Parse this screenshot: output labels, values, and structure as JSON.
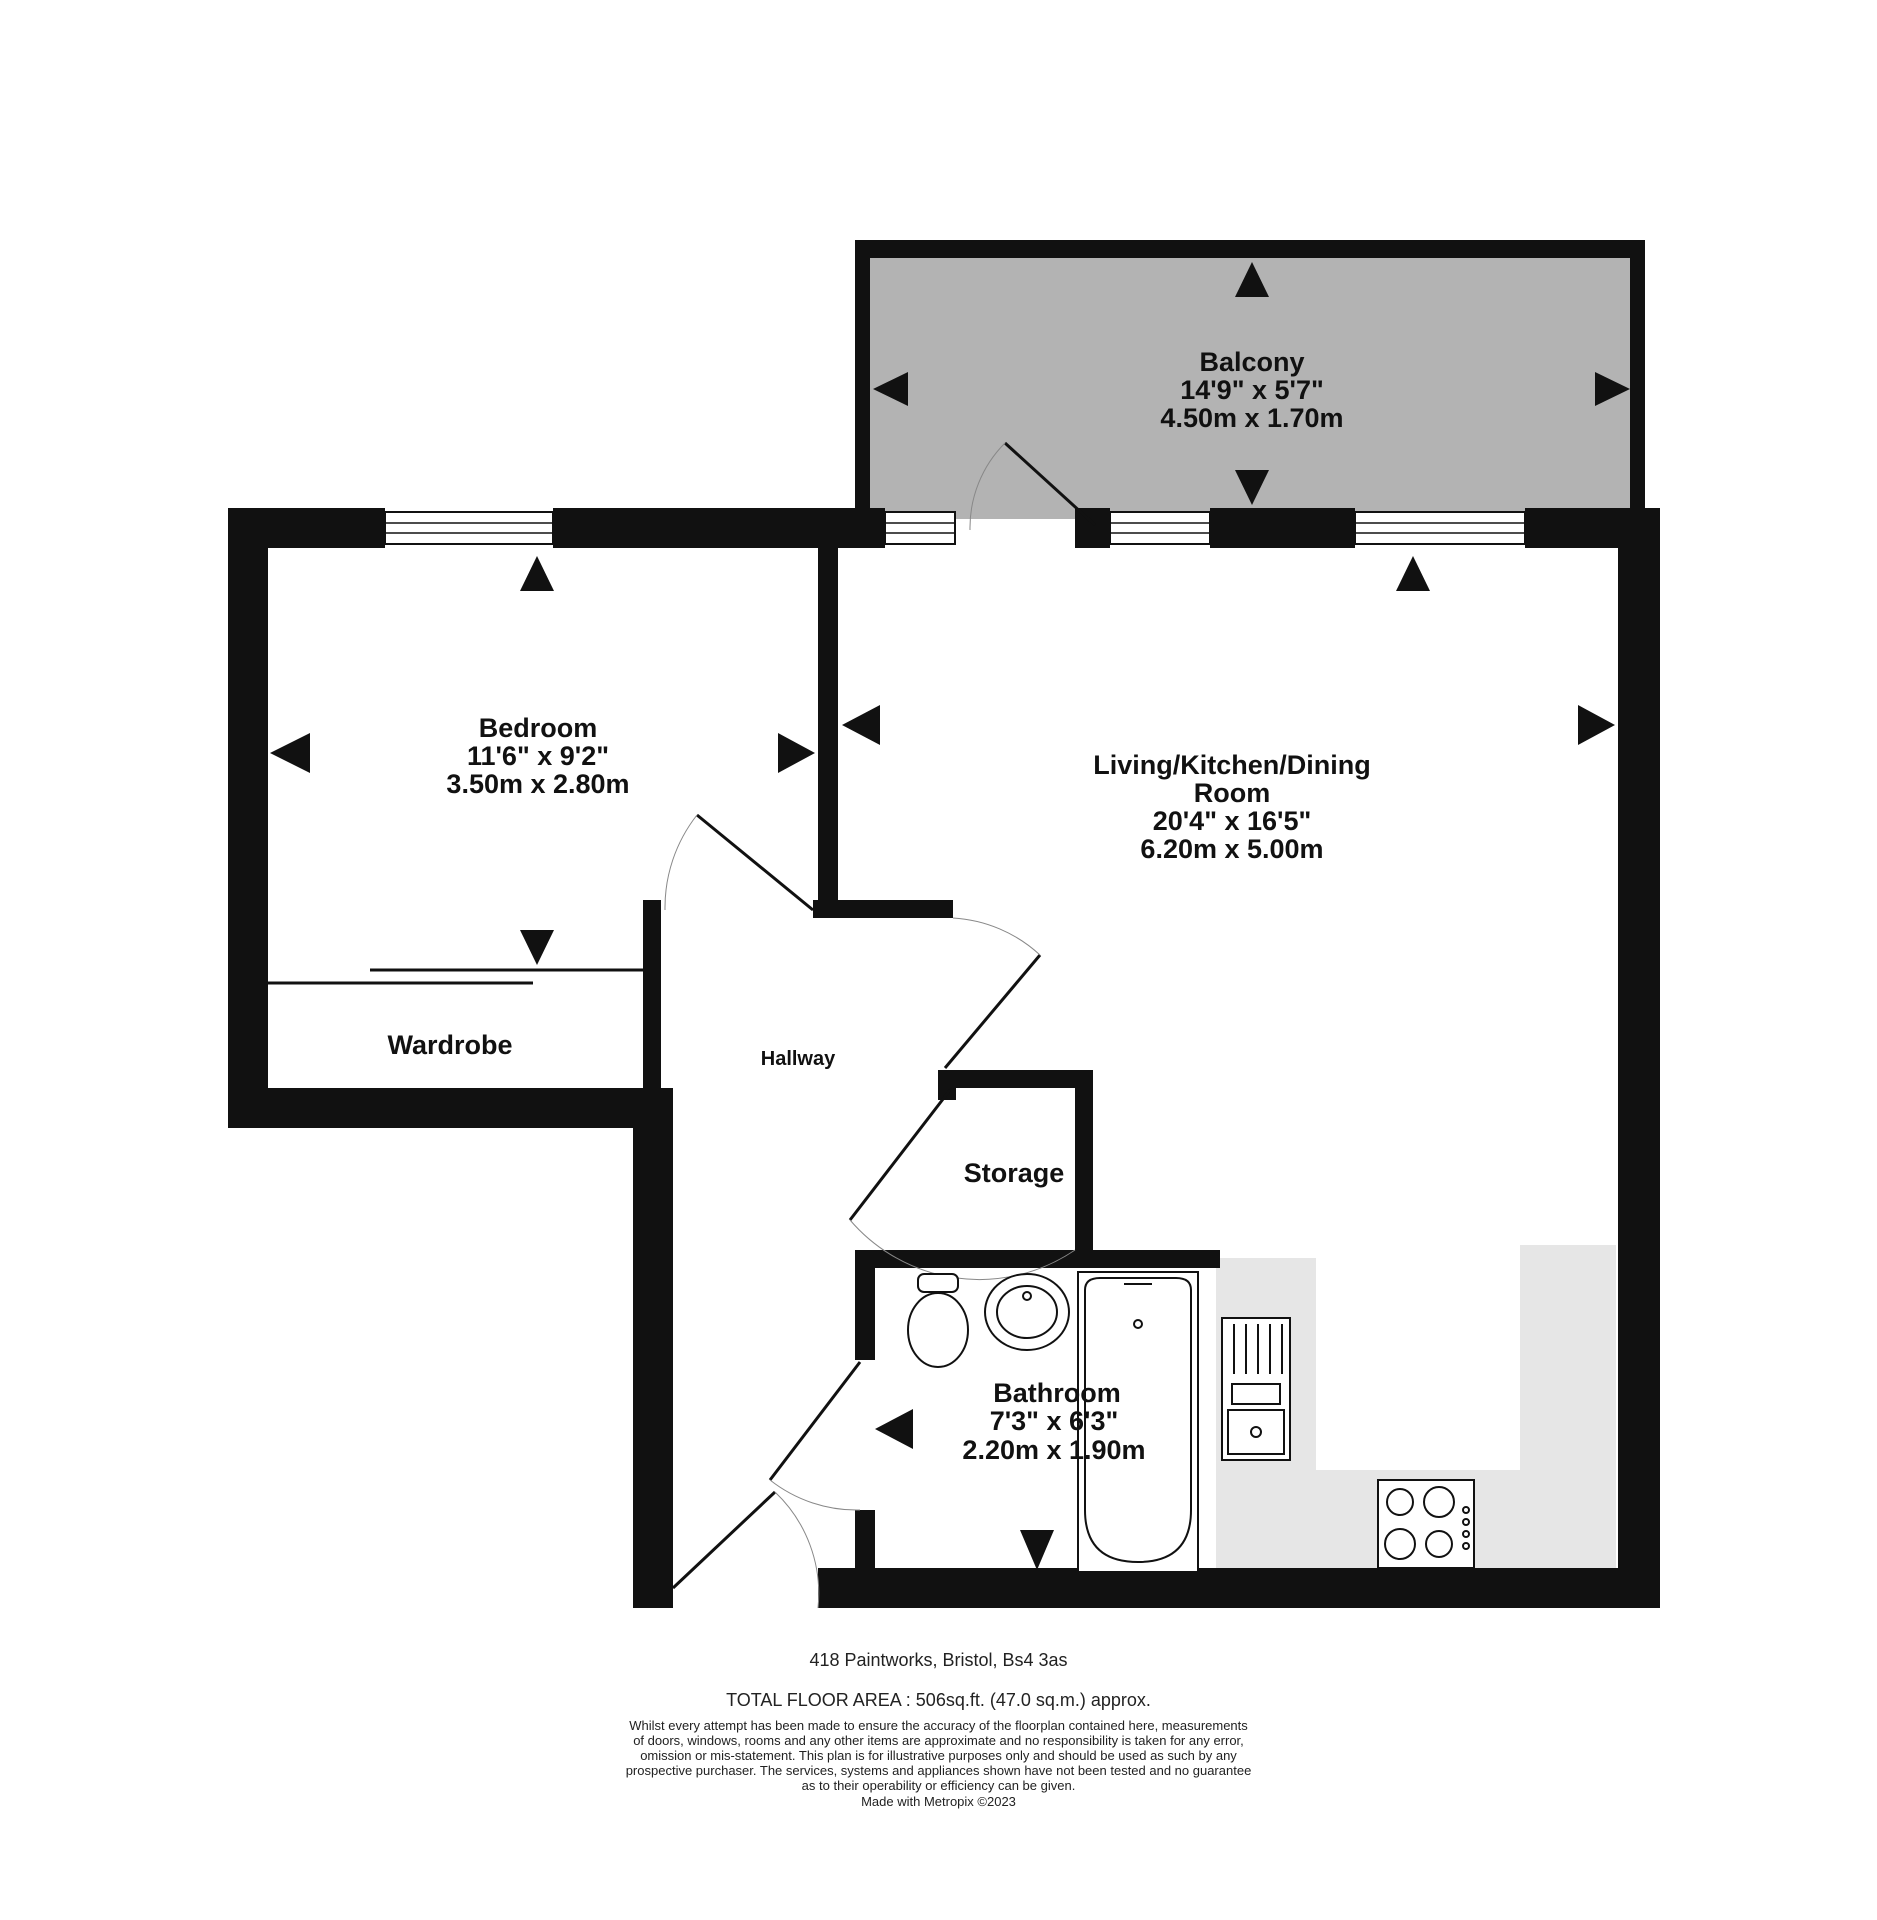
{
  "rooms": {
    "balcony": {
      "name": "Balcony",
      "imperial": "14'9\"  x 5'7\"",
      "metric": "4.50m  x 1.70m"
    },
    "bedroom": {
      "name": "Bedroom",
      "imperial": "11'6\"  x 9'2\"",
      "metric": "3.50m  x 2.80m"
    },
    "living": {
      "name_line1": "Living/Kitchen/Dining",
      "name_line2": "Room",
      "imperial": "20'4\"  x 16'5\"",
      "metric": "6.20m  x 5.00m"
    },
    "wardrobe": {
      "name": "Wardrobe"
    },
    "hallway": {
      "name": "Hallway"
    },
    "storage": {
      "name": "Storage"
    },
    "bathroom": {
      "name": "Bathroom",
      "imperial": "7'3\"  x 6'3\"",
      "metric": "2.20m  x 1.90m"
    }
  },
  "footer": {
    "address": "418 Paintworks, Bristol, Bs4 3as",
    "total_area": "TOTAL FLOOR AREA : 506sq.ft. (47.0 sq.m.) approx.",
    "disclaimer": [
      "Whilst every attempt has been made to ensure the accuracy of the floorplan contained here, measurements",
      "of doors, windows, rooms and any other items are approximate and no responsibility is taken for any error,",
      "omission or mis-statement. This plan is for illustrative purposes only and should be used as such by any",
      "prospective purchaser. The services, systems and appliances shown have not been tested and no guarantee",
      "as to their operability or efficiency can be given."
    ],
    "credit": "Made with Metropix ©2023"
  },
  "colors": {
    "wall": "#111111",
    "balcony_fill": "#b3b3b3",
    "kitchen_counter": "#e6e6e6",
    "window": "#ffffff",
    "background": "#ffffff"
  },
  "icons": [
    "dimension-arrow-icon",
    "toilet-icon",
    "basin-icon",
    "bath-icon",
    "sink-icon",
    "hob-icon"
  ]
}
